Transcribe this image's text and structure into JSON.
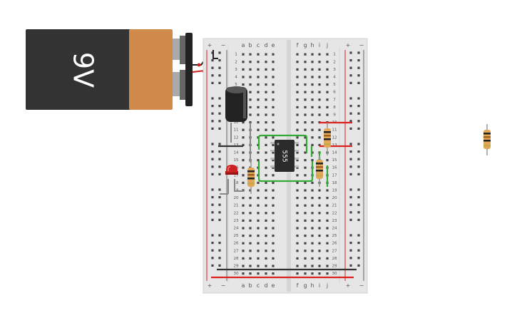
{
  "battery": {
    "label": "9V"
  },
  "breadboard": {
    "columns_left": [
      "a",
      "b",
      "c",
      "d",
      "e"
    ],
    "columns_right": [
      "f",
      "g",
      "h",
      "i",
      "j"
    ],
    "rail_plus": "+",
    "rail_minus": "−",
    "rows": [
      "1",
      "2",
      "3",
      "4",
      "5",
      "6",
      "7",
      "8",
      "9",
      "10",
      "11",
      "12",
      "13",
      "14",
      "15",
      "16",
      "17",
      "18",
      "19",
      "20",
      "21",
      "22",
      "23",
      "24",
      "25",
      "26",
      "27",
      "28",
      "29",
      "30"
    ]
  },
  "ic": {
    "label": "555"
  },
  "colors": {
    "battery_body": "#333333",
    "battery_band": "#d08a4c",
    "rail_red": "#dd2222",
    "wire_green": "#33aa33",
    "led_red": "#cc2222",
    "board": "#e6e6e6"
  }
}
